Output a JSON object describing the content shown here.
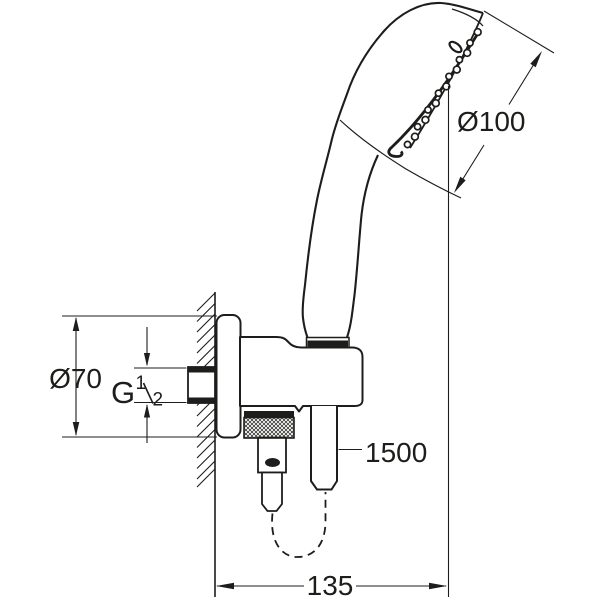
{
  "drawing": {
    "background": "#ffffff",
    "line_color": "#1d1d1b",
    "labels": {
      "head_diameter": "Ø100",
      "escutcheon_diameter": "Ø70",
      "thread_letter": "G",
      "thread_numerator": "1",
      "thread_denominator": "2",
      "hose_length": "1500",
      "wall_distance": "135"
    }
  }
}
